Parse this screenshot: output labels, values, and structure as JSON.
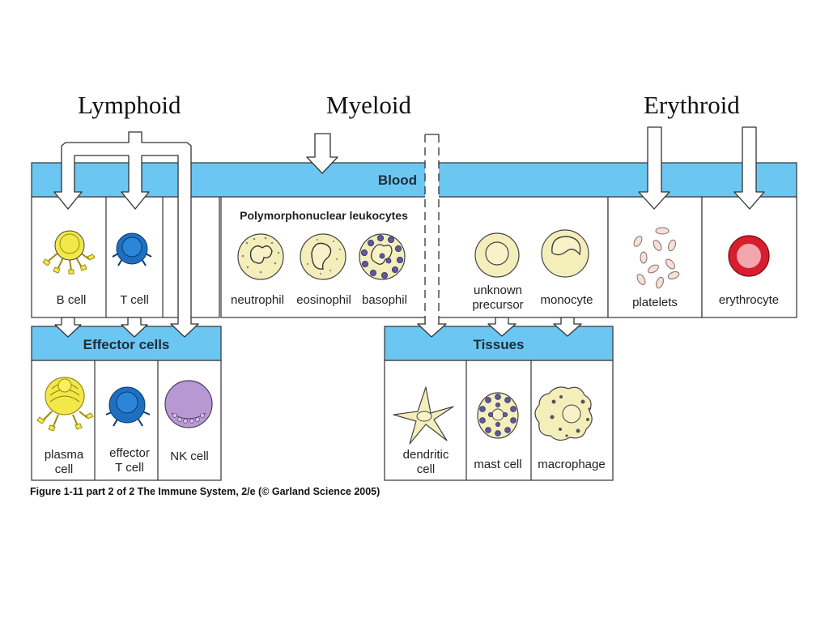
{
  "lineages": {
    "lymphoid": "Lymphoid",
    "myeloid": "Myeloid",
    "erythroid": "Erythroid"
  },
  "blood": {
    "title": "Blood",
    "pmn_heading": "Polymorphonuclear leukocytes",
    "cells": {
      "b_cell": "B cell",
      "t_cell": "T cell",
      "neutrophil": "neutrophil",
      "eosinophil": "eosinophil",
      "basophil": "basophil",
      "unknown_precursor": "unknown\nprecursor",
      "monocyte": "monocyte",
      "platelets": "platelets",
      "erythrocyte": "erythrocyte"
    }
  },
  "effector": {
    "title": "Effector cells",
    "cells": {
      "plasma_cell": "plasma\ncell",
      "effector_t_cell": "effector\nT cell",
      "nk_cell": "NK cell"
    }
  },
  "tissues": {
    "title": "Tissues",
    "cells": {
      "dendritic_cell": "dendritic\ncell",
      "mast_cell": "mast cell",
      "macrophage": "macrophage"
    }
  },
  "caption": "Figure 1-11 part 2 of 2  The Immune System, 2/e (© Garland Science 2005)",
  "colors": {
    "bar": "#6cc6f2",
    "bcell": "#f3e84a",
    "tcell": "#1f6fc0",
    "nk": "#b898d2",
    "erythrocyte": "#d81e2e",
    "granulocyte": "#f4eebb"
  }
}
